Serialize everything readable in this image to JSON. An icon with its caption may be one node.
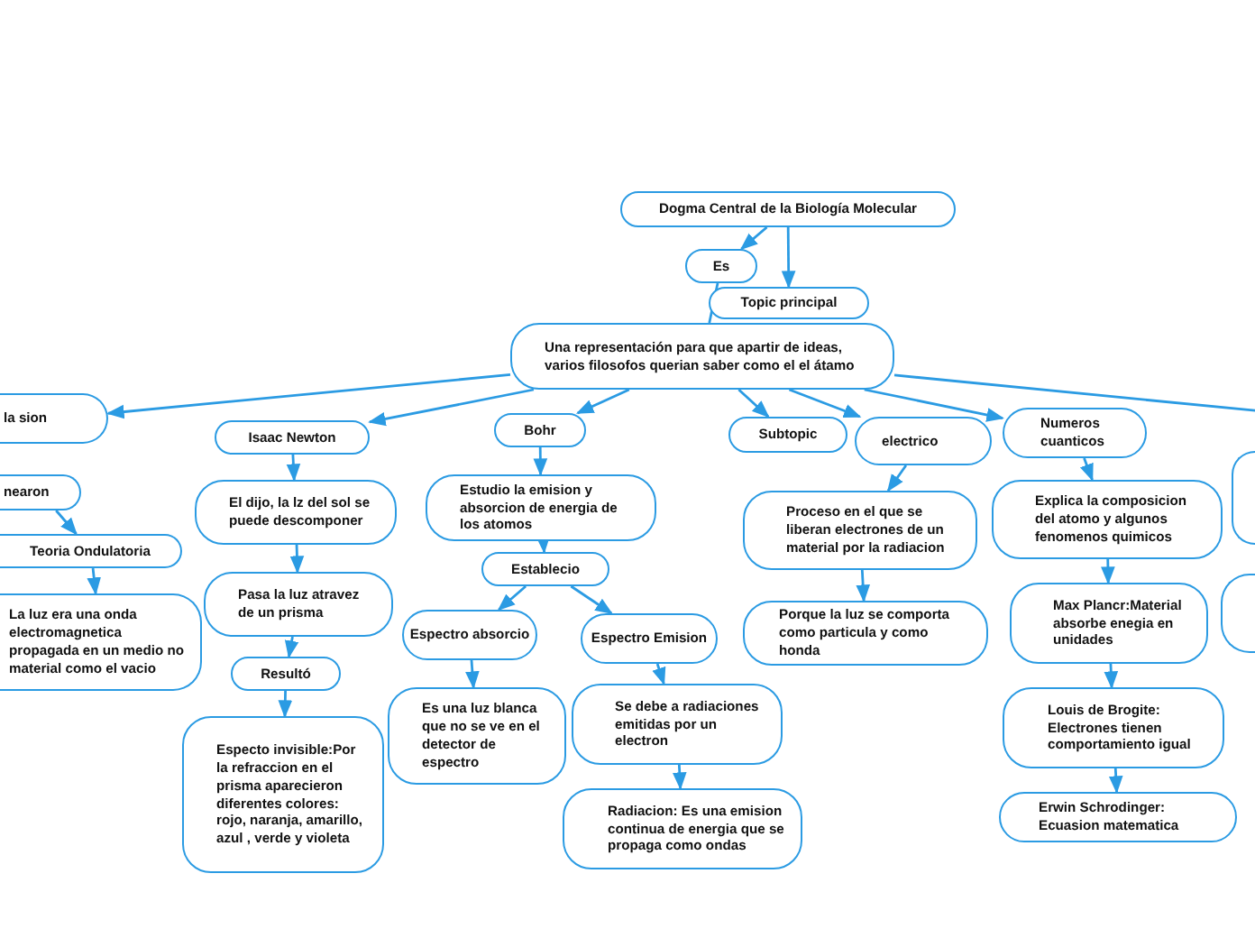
{
  "diagram": {
    "nodes": [
      {
        "text": [
          "Dogma Central de la Biología Molecular"
        ]
      },
      {
        "text": [
          "Es"
        ]
      },
      {
        "text": [
          "Topic principal"
        ]
      },
      {
        "text": [
          "Una representación para que apartir de ideas, varios filosofos querian saber como el el átamo"
        ]
      },
      {
        "text": [
          "la sion"
        ]
      },
      {
        "text": [
          "Isaac Newton"
        ]
      },
      {
        "text": [
          "Bohr"
        ]
      },
      {
        "text": [
          "electrico"
        ]
      },
      {
        "text": [
          "Subtopic"
        ]
      },
      {
        "text": [
          "Numeros cuanticos"
        ]
      },
      {
        "text": [],
        "shape": "box"
      },
      {
        "text": [
          "nearon"
        ]
      },
      {
        "text": [
          "El dijo, la lz del sol se puede descomponer"
        ]
      },
      {
        "text": [
          "Estudio la emision y absorcion de energia de los atomos"
        ]
      },
      {
        "text": [
          "Proceso en el que se liberan electrones de un material por la radiacion"
        ]
      },
      {
        "text": [
          "Explica la composicion del atomo y algunos fenomenos quimicos"
        ]
      },
      {
        "text": [
          "Teoria Ondulatoria"
        ]
      },
      {
        "text": [
          "Pasa la luz atravez de un prisma"
        ]
      },
      {
        "text": [
          "Establecio"
        ]
      },
      {
        "text": [
          "Max Plancr:Material absorbe enegia en unidades"
        ]
      },
      {
        "text": [],
        "shape": "box"
      },
      {
        "text": [
          "La luz era una onda electromagnetica propagada en un medio no material como el vacio"
        ]
      },
      {
        "text": [
          "Porque la luz se comporta como particula y como honda"
        ]
      },
      {
        "text": [
          "Espectro absorcio"
        ]
      },
      {
        "text": [
          "Espectro Emision"
        ]
      },
      {
        "text": [
          "Resultó"
        ]
      },
      {
        "text": [
          "Louis de Brogite: Electrones tienen comportamiento igual"
        ]
      },
      {
        "text": [
          "Es una luz blanca que no se ve en el detector de espectro"
        ]
      },
      {
        "text": [
          "Se debe a radiaciones emitidas por un electron"
        ]
      },
      {
        "text": [
          "Especto invisible:Por la refraccion en el prisma aparecieron diferentes colores: rojo, naranja, amarillo, azul , verde y violeta"
        ]
      },
      {
        "text": [
          "Erwin Schrodinger: Ecuasion matematica"
        ]
      },
      {
        "text": [
          "Radiacion: Es una emision continua de energia que se propaga como ondas"
        ]
      }
    ],
    "edges": [
      {
        "from": 0,
        "to": 1,
        "arrow": "to"
      },
      {
        "from": 0,
        "to": 2,
        "arrow": "to"
      },
      {
        "from": 1,
        "to": 3,
        "arrow": "none"
      },
      {
        "from": 3,
        "to": 4,
        "arrow": "to"
      },
      {
        "from": 3,
        "to": 5,
        "arrow": "to"
      },
      {
        "from": 3,
        "to": 6,
        "arrow": "to"
      },
      {
        "from": 3,
        "to": 7,
        "arrow": "to"
      },
      {
        "from": 3,
        "to": 8,
        "arrow": "to"
      },
      {
        "from": 3,
        "to": 9,
        "arrow": "to"
      },
      {
        "from": 3,
        "to": null,
        "arrow": "none"
      },
      {
        "from": 5,
        "to": 12,
        "arrow": "to"
      },
      {
        "from": 12,
        "to": 17,
        "arrow": "to"
      },
      {
        "from": 17,
        "to": 25,
        "arrow": "to"
      },
      {
        "from": 25,
        "to": 29,
        "arrow": "to"
      },
      {
        "from": 6,
        "to": 13,
        "arrow": "to"
      },
      {
        "from": 13,
        "to": 18,
        "arrow": "to"
      },
      {
        "from": 18,
        "to": 23,
        "arrow": "to"
      },
      {
        "from": 18,
        "to": 24,
        "arrow": "to"
      },
      {
        "from": 23,
        "to": 27,
        "arrow": "to"
      },
      {
        "from": 24,
        "to": 28,
        "arrow": "to"
      },
      {
        "from": 28,
        "to": 31,
        "arrow": "to"
      },
      {
        "from": 7,
        "to": 14,
        "arrow": "to"
      },
      {
        "from": 14,
        "to": 22,
        "arrow": "to"
      },
      {
        "from": 9,
        "to": 15,
        "arrow": "to"
      },
      {
        "from": 15,
        "to": 19,
        "arrow": "to"
      },
      {
        "from": 19,
        "to": 26,
        "arrow": "to"
      },
      {
        "from": 26,
        "to": 30,
        "arrow": "to"
      },
      {
        "from": 11,
        "to": 16,
        "arrow": "to"
      },
      {
        "from": 16,
        "to": 21,
        "arrow": "to"
      }
    ]
  }
}
